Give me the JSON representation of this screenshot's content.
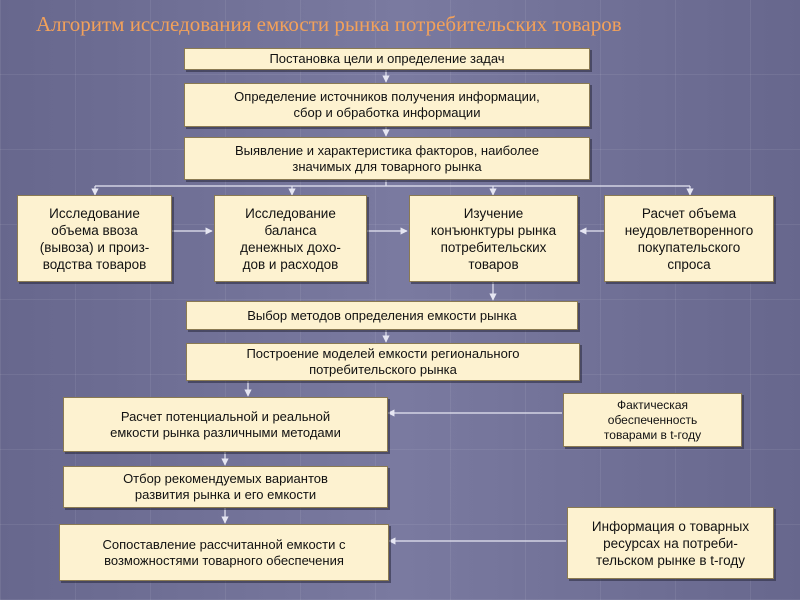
{
  "title": "Алгоритм исследования емкости рынка потребительских товаров",
  "nodes": {
    "goal": "Постановка цели и определение задач",
    "sources": "Определение источников получения информации,\nсбор и обработка информации",
    "factors": "Выявление и характеристика факторов, наиболее\nзначимых для товарного рынка",
    "imports": "Исследование\nобъема ввоза\n(вывоза)  и произ-\nводства товаров",
    "balance": "Исследование\nбаланса\nденежных дохо-\nдов и расходов",
    "conjuncture": "Изучение\nконъюнктуры рынка\nпотребительских\nтоваров",
    "unmet_demand": "Расчет объема\nнеудовлетворенного\nпокупательского\nспроса",
    "methods": "Выбор методов определения емкости рынка",
    "models": "Построение моделей емкости регионального\nпотребительского рынка",
    "capacity_calc": "Расчет потенциальной и реальной\nемкости рынка различными методами",
    "actual_supply": "Фактическая\nобеспеченность\nтоварами в t-году",
    "variants": "Отбор рекомендуемых вариантов\nразвития рынка и его емкости",
    "comparison": "Сопоставление рассчитанной емкости с\nвозможностями товарного обеспечения",
    "resources_info": "Информация о товарных\nресурсах на потреби-\nтельском рынке в t-году"
  },
  "colors": {
    "title": "#f3a15a",
    "box_fill": "#fdf2d0",
    "box_border": "#8a7a52",
    "connector": "#e6e6f2"
  }
}
